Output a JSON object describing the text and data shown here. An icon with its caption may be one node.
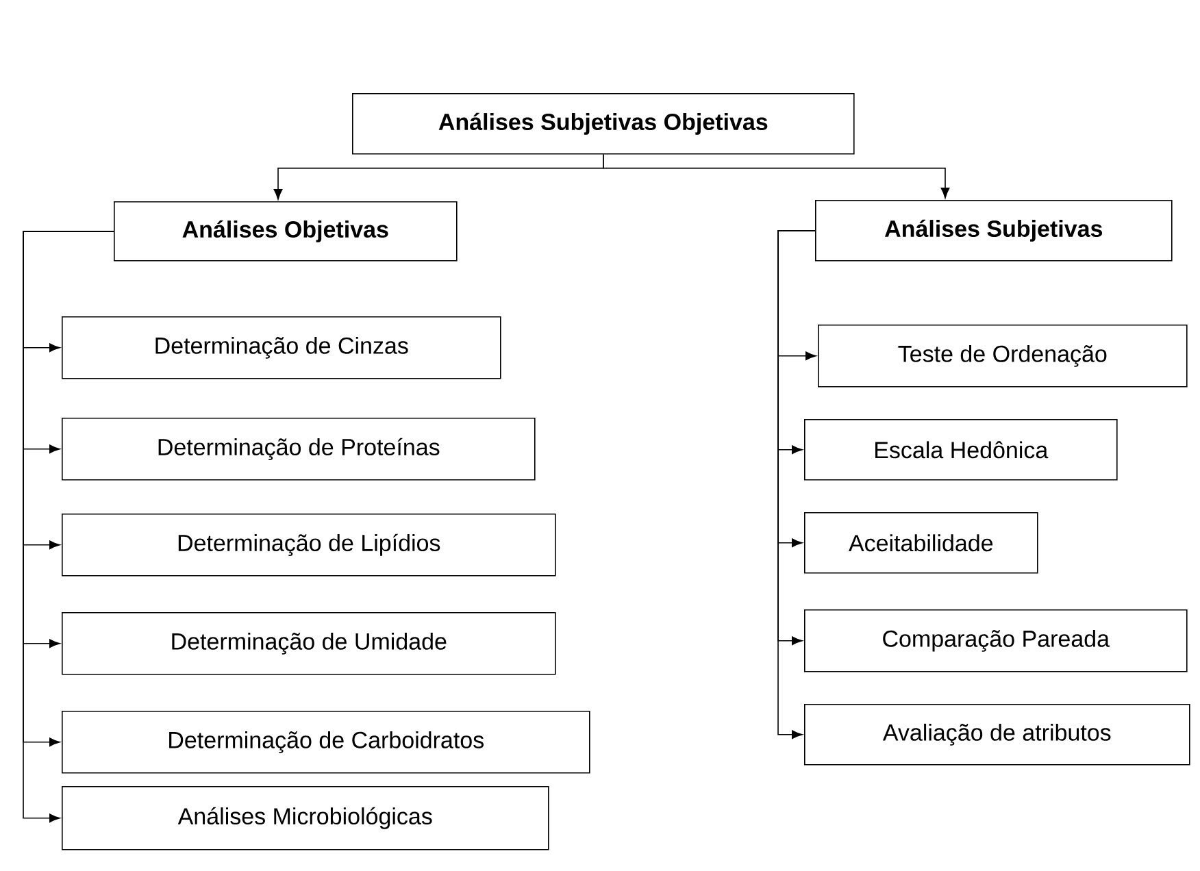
{
  "diagram": {
    "nodes": [
      {
        "text": [
          "Análises Subjetivas Objetivas"
        ]
      },
      {
        "text": [
          "Análises Objetivas"
        ]
      },
      {
        "text": [
          "Análises Subjetivas"
        ]
      },
      {
        "text": [
          "Determinação de Cinzas"
        ]
      },
      {
        "text": [
          "Determinação de Proteínas"
        ]
      },
      {
        "text": [
          "Determinação de Lipídios"
        ]
      },
      {
        "text": [
          "Determinação de Umidade"
        ]
      },
      {
        "text": [
          "Determinação de Carboidratos"
        ]
      },
      {
        "text": [
          "Análises Microbiológicas"
        ]
      },
      {
        "text": [
          "Teste de Ordenação"
        ]
      },
      {
        "text": [
          "Escala Hedônica"
        ]
      },
      {
        "text": [
          "Aceitabilidade"
        ]
      },
      {
        "text": [
          "Comparação Pareada"
        ]
      },
      {
        "text": [
          "Avaliação de atributos"
        ]
      }
    ],
    "edges": [
      {
        "from": 0,
        "to": 1,
        "arrow": "to"
      },
      {
        "from": 0,
        "to": 2,
        "arrow": "to"
      },
      {
        "from": 1,
        "to": 3,
        "arrow": "to"
      },
      {
        "from": 1,
        "to": 4,
        "arrow": "to"
      },
      {
        "from": 1,
        "to": 5,
        "arrow": "to"
      },
      {
        "from": 1,
        "to": 6,
        "arrow": "to"
      },
      {
        "from": 1,
        "to": 7,
        "arrow": "to"
      },
      {
        "from": 1,
        "to": 8,
        "arrow": "to"
      },
      {
        "from": 2,
        "to": 9,
        "arrow": "to"
      },
      {
        "from": 2,
        "to": 10,
        "arrow": "to"
      },
      {
        "from": 2,
        "to": 11,
        "arrow": "to"
      },
      {
        "from": 2,
        "to": 12,
        "arrow": "to"
      },
      {
        "from": 2,
        "to": 13,
        "arrow": "to"
      }
    ]
  }
}
